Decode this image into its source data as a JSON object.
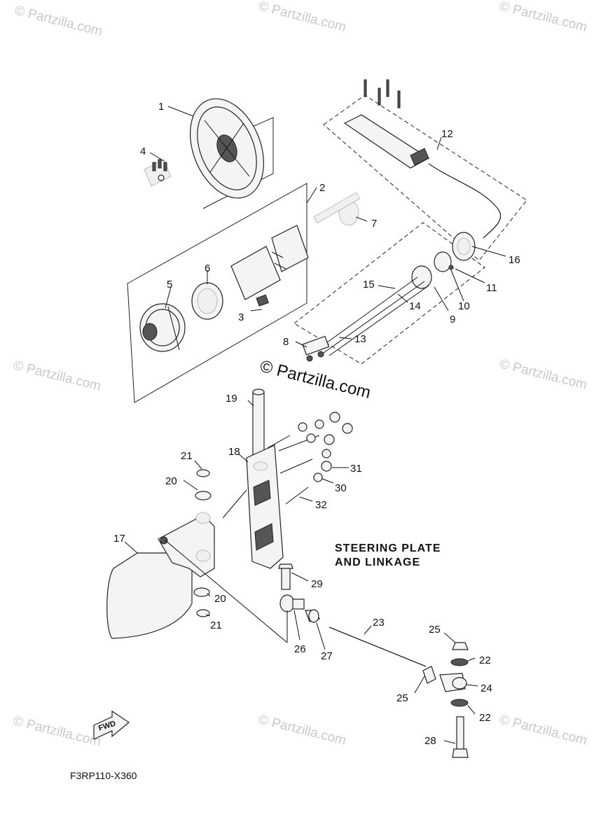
{
  "watermark": {
    "small": "© Partzilla.com",
    "main": "© Partzilla.com"
  },
  "diagram_title": {
    "line1": "STEERING PLATE",
    "line2": "AND LINKAGE"
  },
  "diagram_code": "F3RP110-X360",
  "fwd_label": "FWD",
  "callouts": [
    "1",
    "2",
    "3",
    "4",
    "5",
    "6",
    "7",
    "8",
    "9",
    "10",
    "11",
    "12",
    "13",
    "14",
    "15",
    "16",
    "17",
    "18",
    "19",
    "20",
    "20",
    "21",
    "21",
    "22",
    "22",
    "23",
    "24",
    "25",
    "25",
    "26",
    "27",
    "28",
    "29",
    "30",
    "31",
    "32"
  ],
  "colors": {
    "ink": "#111111",
    "watermark": "#c9c9c9",
    "background": "#ffffff"
  }
}
